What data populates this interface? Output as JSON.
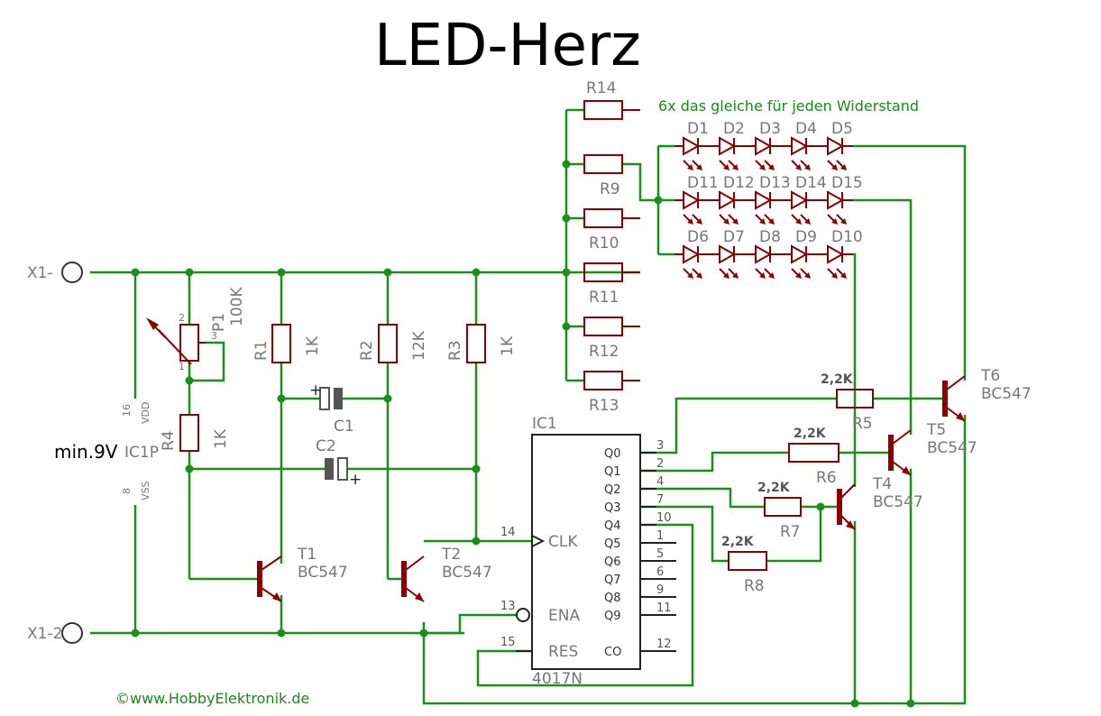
{
  "title": "LED-Herz",
  "note": "6x das gleiche für jeden Widerstand",
  "copyright": "©www.HobbyElektronik.de",
  "supply": "min.9V",
  "terminals": {
    "x1_1": "X1-",
    "x1_2": "X1-2"
  },
  "ic": {
    "name": "IC1",
    "part": "4017N",
    "power_name": "IC1P",
    "vdd_pin": "16",
    "vdd_label": "VDD",
    "vss_pin": "8",
    "vss_label": "VSS",
    "left_pins": [
      {
        "num": "14",
        "name": "CLK"
      },
      {
        "num": "13",
        "name": "ENA"
      },
      {
        "num": "15",
        "name": "RES"
      }
    ],
    "right_pins": [
      {
        "num": "3",
        "name": "Q0"
      },
      {
        "num": "2",
        "name": "Q1"
      },
      {
        "num": "4",
        "name": "Q2"
      },
      {
        "num": "7",
        "name": "Q3"
      },
      {
        "num": "10",
        "name": "Q4"
      },
      {
        "num": "1",
        "name": "Q5"
      },
      {
        "num": "5",
        "name": "Q6"
      },
      {
        "num": "6",
        "name": "Q7"
      },
      {
        "num": "9",
        "name": "Q8"
      },
      {
        "num": "11",
        "name": "Q9"
      },
      {
        "num": "12",
        "name": "CO"
      }
    ]
  },
  "pot": {
    "name": "P1",
    "value": "100K",
    "pins": [
      "2",
      "3",
      "1"
    ]
  },
  "resistors_vertical": [
    {
      "name": "R1",
      "value": "1K"
    },
    {
      "name": "R2",
      "value": "12K"
    },
    {
      "name": "R3",
      "value": "1K"
    },
    {
      "name": "R4",
      "value": "1K"
    }
  ],
  "capacitors": [
    {
      "name": "C1",
      "plus": "+"
    },
    {
      "name": "C2",
      "plus": "+"
    }
  ],
  "led_resistors": [
    "R14",
    "R9",
    "R10",
    "R11",
    "R12",
    "R13"
  ],
  "base_resistors": [
    {
      "name": "R5",
      "value": "2,2K"
    },
    {
      "name": "R6",
      "value": "2,2K"
    },
    {
      "name": "R7",
      "value": "2,2K"
    },
    {
      "name": "R8",
      "value": "2,2K"
    }
  ],
  "transistors": [
    {
      "name": "T1",
      "type": "BC547"
    },
    {
      "name": "T2",
      "type": "BC547"
    },
    {
      "name": "T4",
      "type": "BC547"
    },
    {
      "name": "T5",
      "type": "BC547"
    },
    {
      "name": "T6",
      "type": "BC547"
    }
  ],
  "leds": {
    "row1": [
      "D1",
      "D2",
      "D3",
      "D4",
      "D5"
    ],
    "row2": [
      "D11",
      "D12",
      "D13",
      "D14",
      "D15"
    ],
    "row3": [
      "D6",
      "D7",
      "D8",
      "D9",
      "D10"
    ]
  }
}
